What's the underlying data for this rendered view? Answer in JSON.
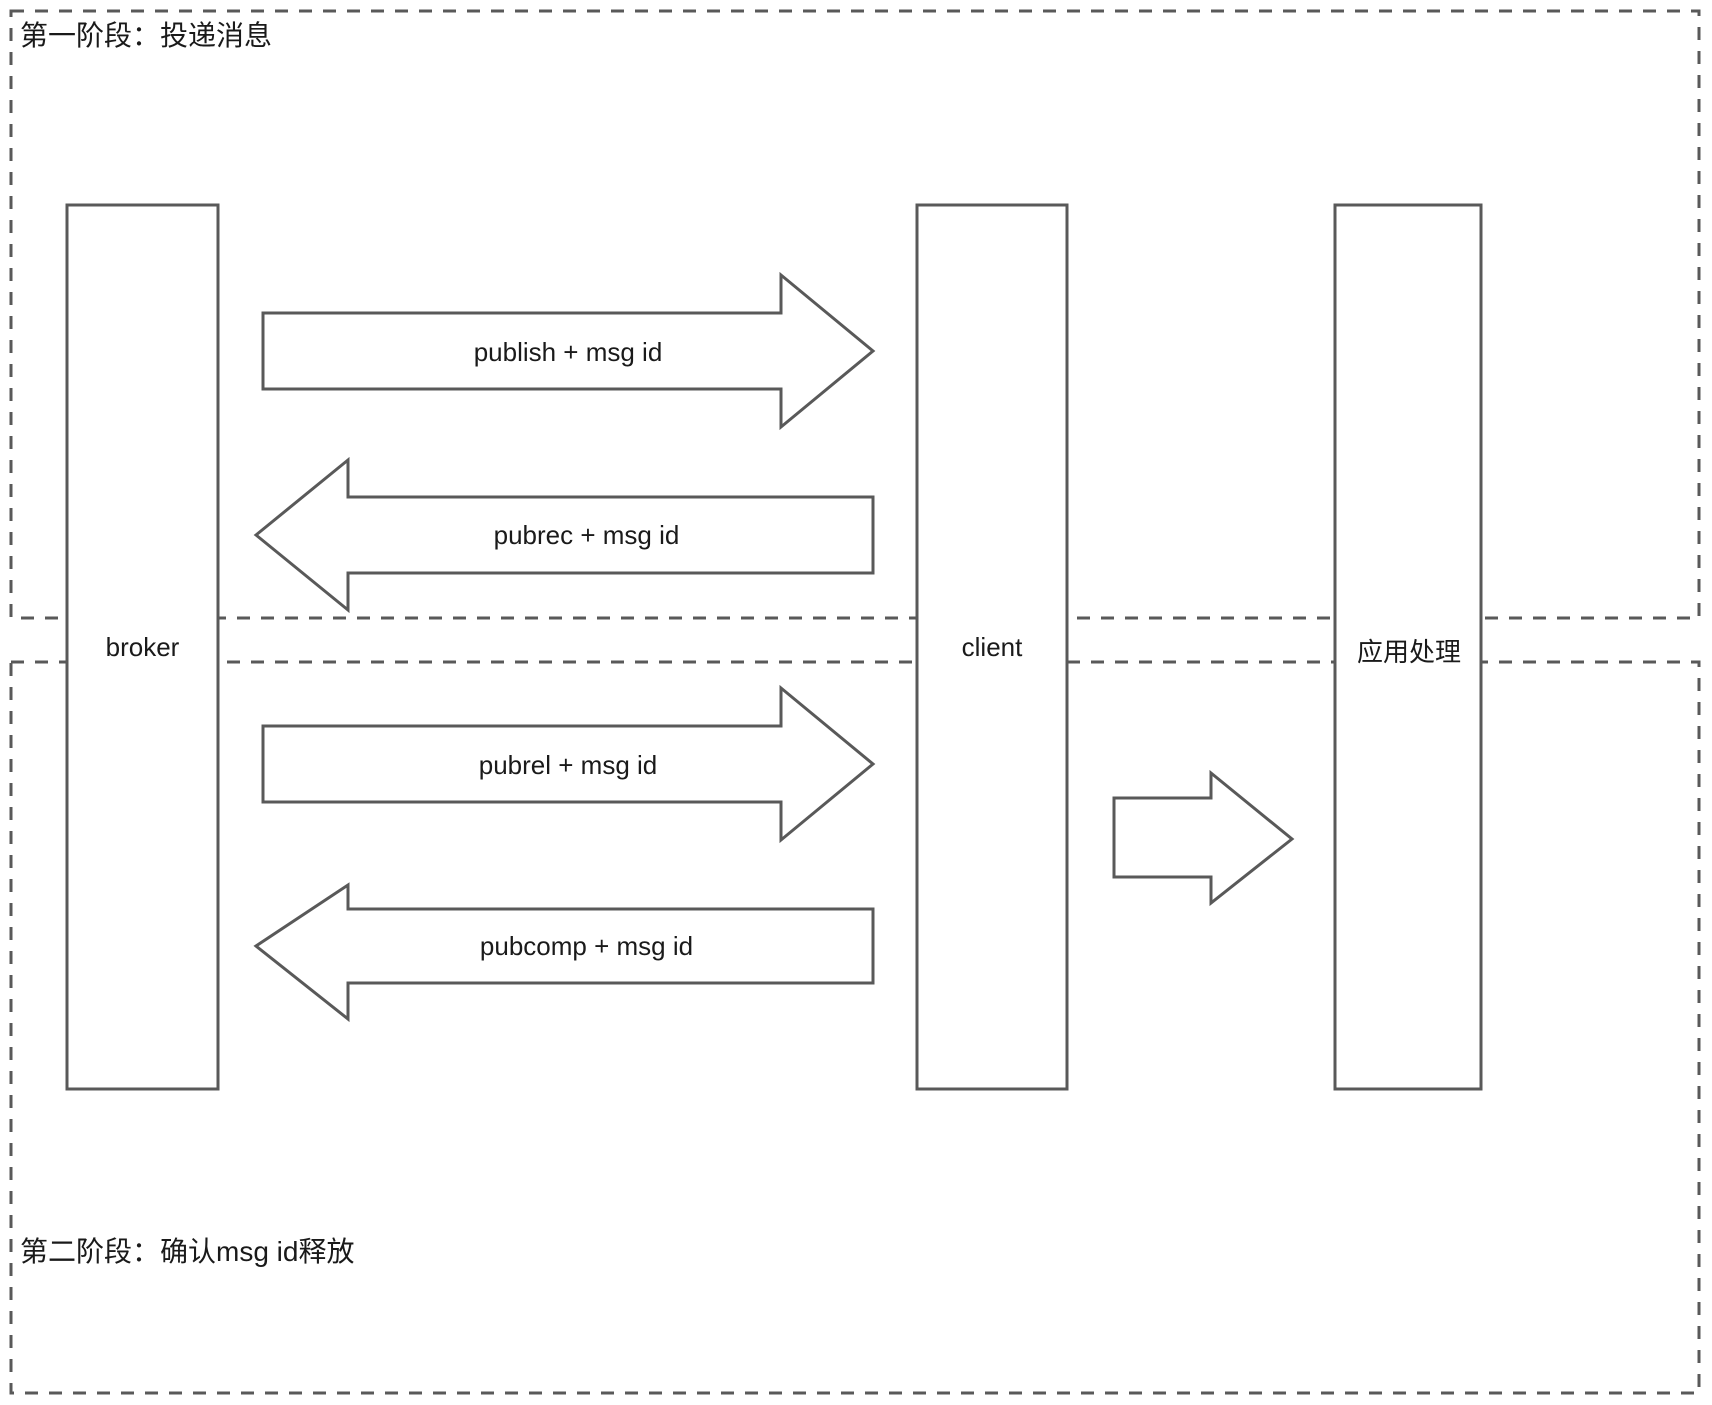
{
  "diagram": {
    "type": "sequence-diagram",
    "title_top": "第一阶段：投递消息",
    "title_bottom": "第二阶段：确认msg id释放",
    "stroke_color": "#595959",
    "text_color": "#1a1a1a",
    "background": "#ffffff",
    "lifelines": [
      {
        "id": "broker",
        "label": "broker"
      },
      {
        "id": "client",
        "label": "client"
      },
      {
        "id": "app",
        "label": "应用处理"
      }
    ],
    "phases": [
      {
        "id": "phase-1",
        "label": "第一阶段：投递消息",
        "messages": [
          {
            "id": "publish",
            "label": "publish + msg id",
            "from": "broker",
            "to": "client",
            "direction": "right"
          },
          {
            "id": "pubrec",
            "label": "pubrec + msg id",
            "from": "client",
            "to": "broker",
            "direction": "left"
          }
        ]
      },
      {
        "id": "phase-2",
        "label": "第二阶段：确认msg id释放",
        "messages": [
          {
            "id": "pubrel",
            "label": "pubrel + msg id",
            "from": "broker",
            "to": "client",
            "direction": "right"
          },
          {
            "id": "pubcomp",
            "label": "pubcomp + msg id",
            "from": "client",
            "to": "broker",
            "direction": "left"
          },
          {
            "id": "handoff",
            "label": "",
            "from": "client",
            "to": "app",
            "direction": "right"
          }
        ]
      }
    ]
  }
}
